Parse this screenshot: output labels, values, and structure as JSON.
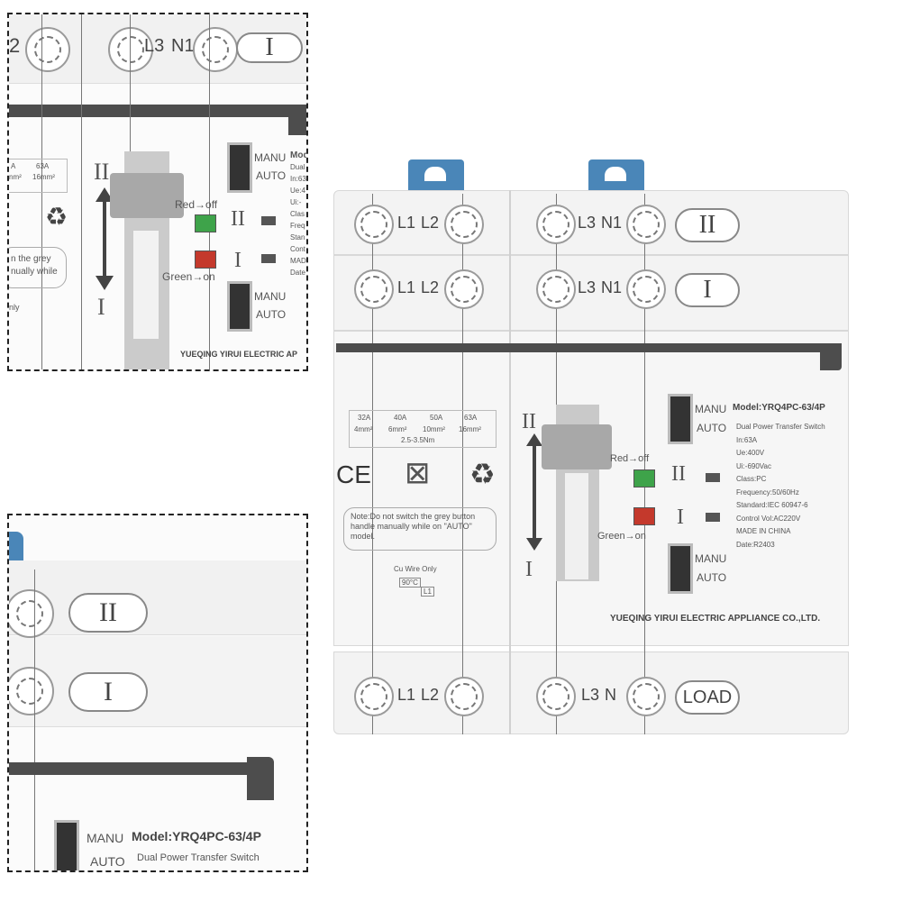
{
  "terminals": {
    "top_row_left": [
      "L1",
      "L2"
    ],
    "top_row_right": [
      "L3",
      "N1"
    ],
    "bottom_row_left": [
      "L1",
      "L2"
    ],
    "bottom_row_right": [
      "L3",
      "N"
    ],
    "top_pill_source2": "II",
    "top_pill_source1": "I",
    "bottom_pill": "LOAD"
  },
  "rating_table": {
    "currents": [
      "32A",
      "40A",
      "50A",
      "63A"
    ],
    "cables": [
      "4mm²",
      "6mm²",
      "10mm²",
      "16mm²"
    ],
    "torque": "2.5-3.5Nm"
  },
  "marks": {
    "ce": "CE",
    "recycle": "♻",
    "weee": "⊠"
  },
  "note": "Note:Do not switch the grey button handle manually while on \"AUTO\" model.",
  "wire": {
    "line1": "Cu Wire Only",
    "line2": "90°C",
    "line3": "L1"
  },
  "switch": {
    "pos_top": "II",
    "pos_bottom": "I",
    "red_label": "Red→off",
    "green_label": "Green→on",
    "manu": "MANU",
    "auto": "AUTO"
  },
  "spec": {
    "model": "Model:YRQ4PC-63/4P",
    "lines": [
      "Dual Power Transfer Switch",
      "In:63A",
      "Ue:400V",
      "Ui:-690Vac",
      "Class:PC",
      "Frequency:50/60Hz",
      "Standard:IEC 60947-6",
      "Control Vol:AC220V",
      "MADE IN CHINA",
      "Date:R2403"
    ]
  },
  "company": "YUEQING YIRUI ELECTRIC APPLIANCE CO.,LTD.",
  "zoom_top": {
    "partial_left": "2",
    "terminal": [
      "L3",
      "N1"
    ],
    "pill": "I",
    "table_top": [
      "A",
      "63A"
    ],
    "table_bottom": [
      "nm²",
      "16mm²"
    ],
    "note_partial_1": "n the grey",
    "note_partial_2": "nually while",
    "partial_ly": "nly",
    "company_partial": "YUEQING YIRUI ELECTRIC AP",
    "spec_partial": [
      "Mod",
      "Dual",
      "In:63",
      "Ue:4",
      "Ui:-",
      "Clas",
      "Freq",
      "Stan",
      "Cont",
      "MAD",
      "Date"
    ]
  },
  "zoom_bottom": {
    "pill_top": "II",
    "pill_bottom": "I",
    "manu": "MANU",
    "auto": "AUTO",
    "model": "Model:YRQ4PC-63/4P",
    "subtitle": "Dual Power Transfer Switch"
  }
}
